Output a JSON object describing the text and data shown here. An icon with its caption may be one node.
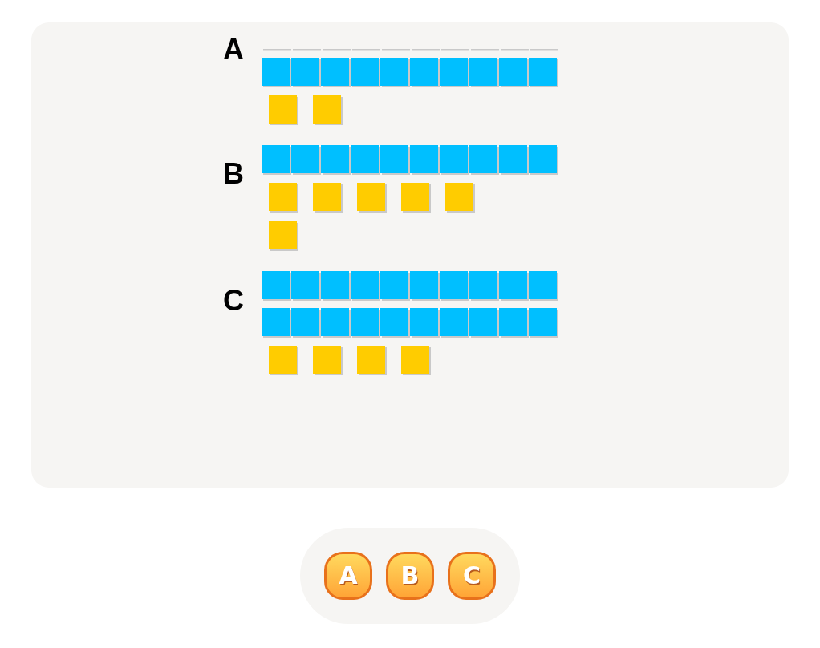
{
  "diagram": {
    "labels": [
      "A",
      "B",
      "C",
      "A",
      "B",
      "C"
    ]
  }
}
